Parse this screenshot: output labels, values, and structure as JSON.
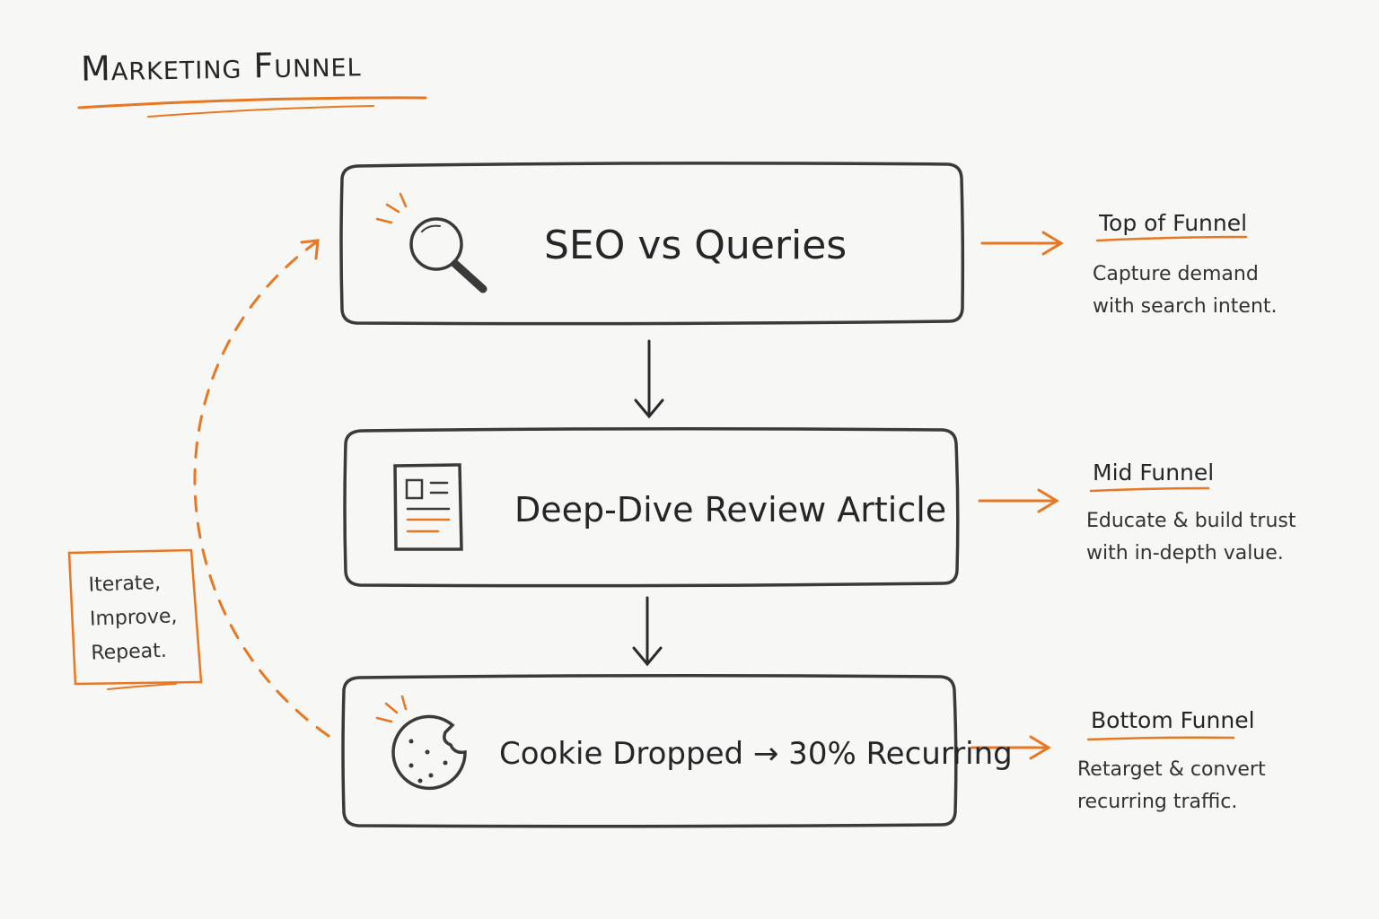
{
  "title": "Marketing Funnel",
  "colors": {
    "accent": "#e87722",
    "ink": "#2b2b2b"
  },
  "stages": [
    {
      "label": "SEO vs Queries",
      "icon": "magnifier-icon"
    },
    {
      "label": "Deep-Dive Review Article",
      "icon": "article-icon"
    },
    {
      "label": "Cookie Dropped → 30% Recurring",
      "icon": "cookie-icon"
    }
  ],
  "sides": [
    {
      "title": "Top of Funnel",
      "desc": "Capture demand\nwith search intent."
    },
    {
      "title": "Mid Funnel",
      "desc": "Educate & build trust\nwith in-depth value."
    },
    {
      "title": "Bottom Funnel",
      "desc": "Retarget & convert\nrecurring traffic."
    }
  ],
  "loop_note": "Iterate,\nImprove,\nRepeat."
}
